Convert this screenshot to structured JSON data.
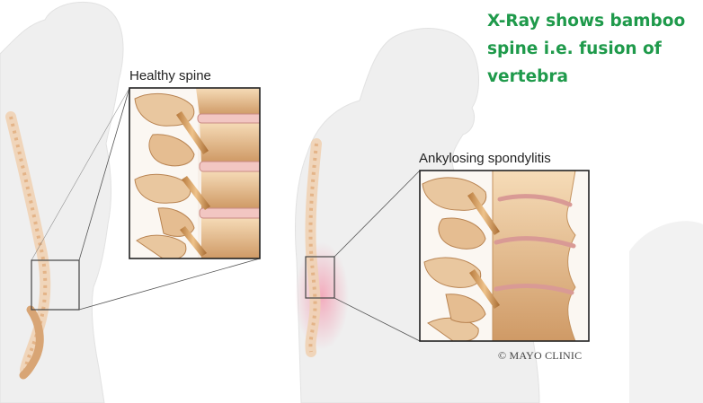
{
  "caption": {
    "line1": "X-Ray shows bamboo",
    "line2": "spine i.e. fusion of",
    "line3": "vertebra"
  },
  "labels": {
    "healthy": "Healthy spine",
    "ankylosing": "Ankylosing spondylitis"
  },
  "copyright": "© MAYO CLINIC",
  "colors": {
    "caption": "#1f9a4b",
    "body_silhouette": "#eeeeee",
    "bone": "#e8c398",
    "bone_shadow": "#c9935e",
    "disc": "#f1c1bf",
    "inflammation": "#f6b4c0"
  }
}
